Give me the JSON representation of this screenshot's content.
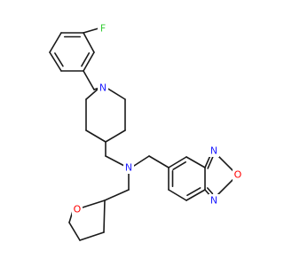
{
  "molecule": {
    "atom_labels": {
      "fluorine": "F",
      "piperidine_nitrogen": "N",
      "amine_nitrogen": "N",
      "thf_oxygen": "O",
      "oxadiazole_nitrogen_top": "N",
      "oxadiazole_oxygen": "O",
      "oxadiazole_nitrogen_bottom": "N"
    },
    "colors": {
      "bond": "#1a1a1a",
      "nitrogen": "#2020ff",
      "oxygen": "#ff0000",
      "fluorine": "#33cc33",
      "background": "#ffffff"
    }
  }
}
